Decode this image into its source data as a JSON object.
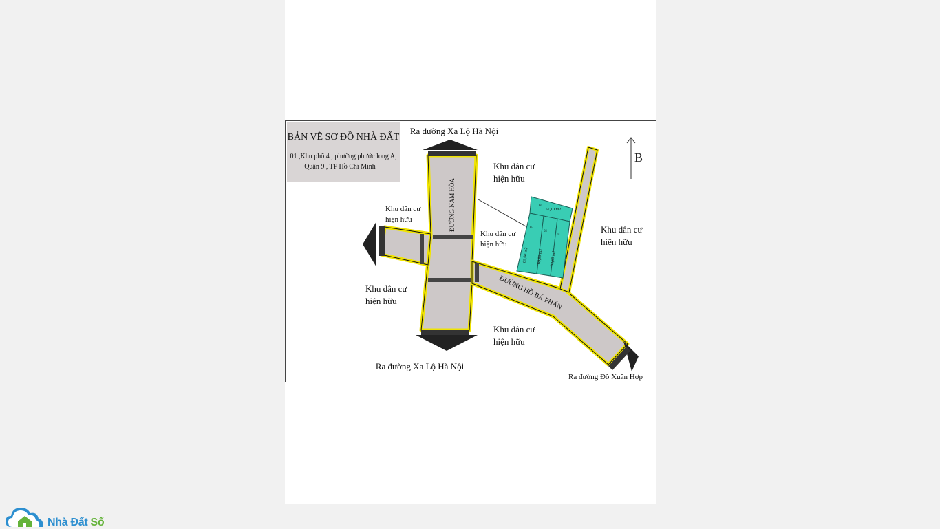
{
  "title_box": {
    "title": "BẢN VẼ SƠ ĐỒ NHÀ ĐẤT",
    "address_line1": "01 ,Khu phố 4 , phường phước long A,",
    "address_line2": "Quận 9 , TP Hồ Chí Minh"
  },
  "streets": {
    "nam_hoa": "ĐƯỜNG NAM HÒA",
    "ho_ba_phan": "ĐƯỜNG HỒ BÁ PHẤN"
  },
  "exits": {
    "top": "Ra đường Xa Lộ Hà Nội",
    "bottom": "Ra đường Xa Lộ Hà Nội",
    "bottom_right": "Ra đường Đỗ Xuân Hợp"
  },
  "residential": {
    "line1": "Khu dân cư",
    "line2": "hiện hữu"
  },
  "north_label": "B",
  "lots": {
    "l04_area": "57,10 m2",
    "l03_area": "69,60 m2",
    "l02_area": "69,90 m2",
    "l01_area": "82,50 m2",
    "l04_id": "04",
    "l03_id": "03",
    "l02_id": "02",
    "l01_id": "01"
  },
  "logo": {
    "part1": "Nhà Đất",
    "part2": "Số"
  }
}
